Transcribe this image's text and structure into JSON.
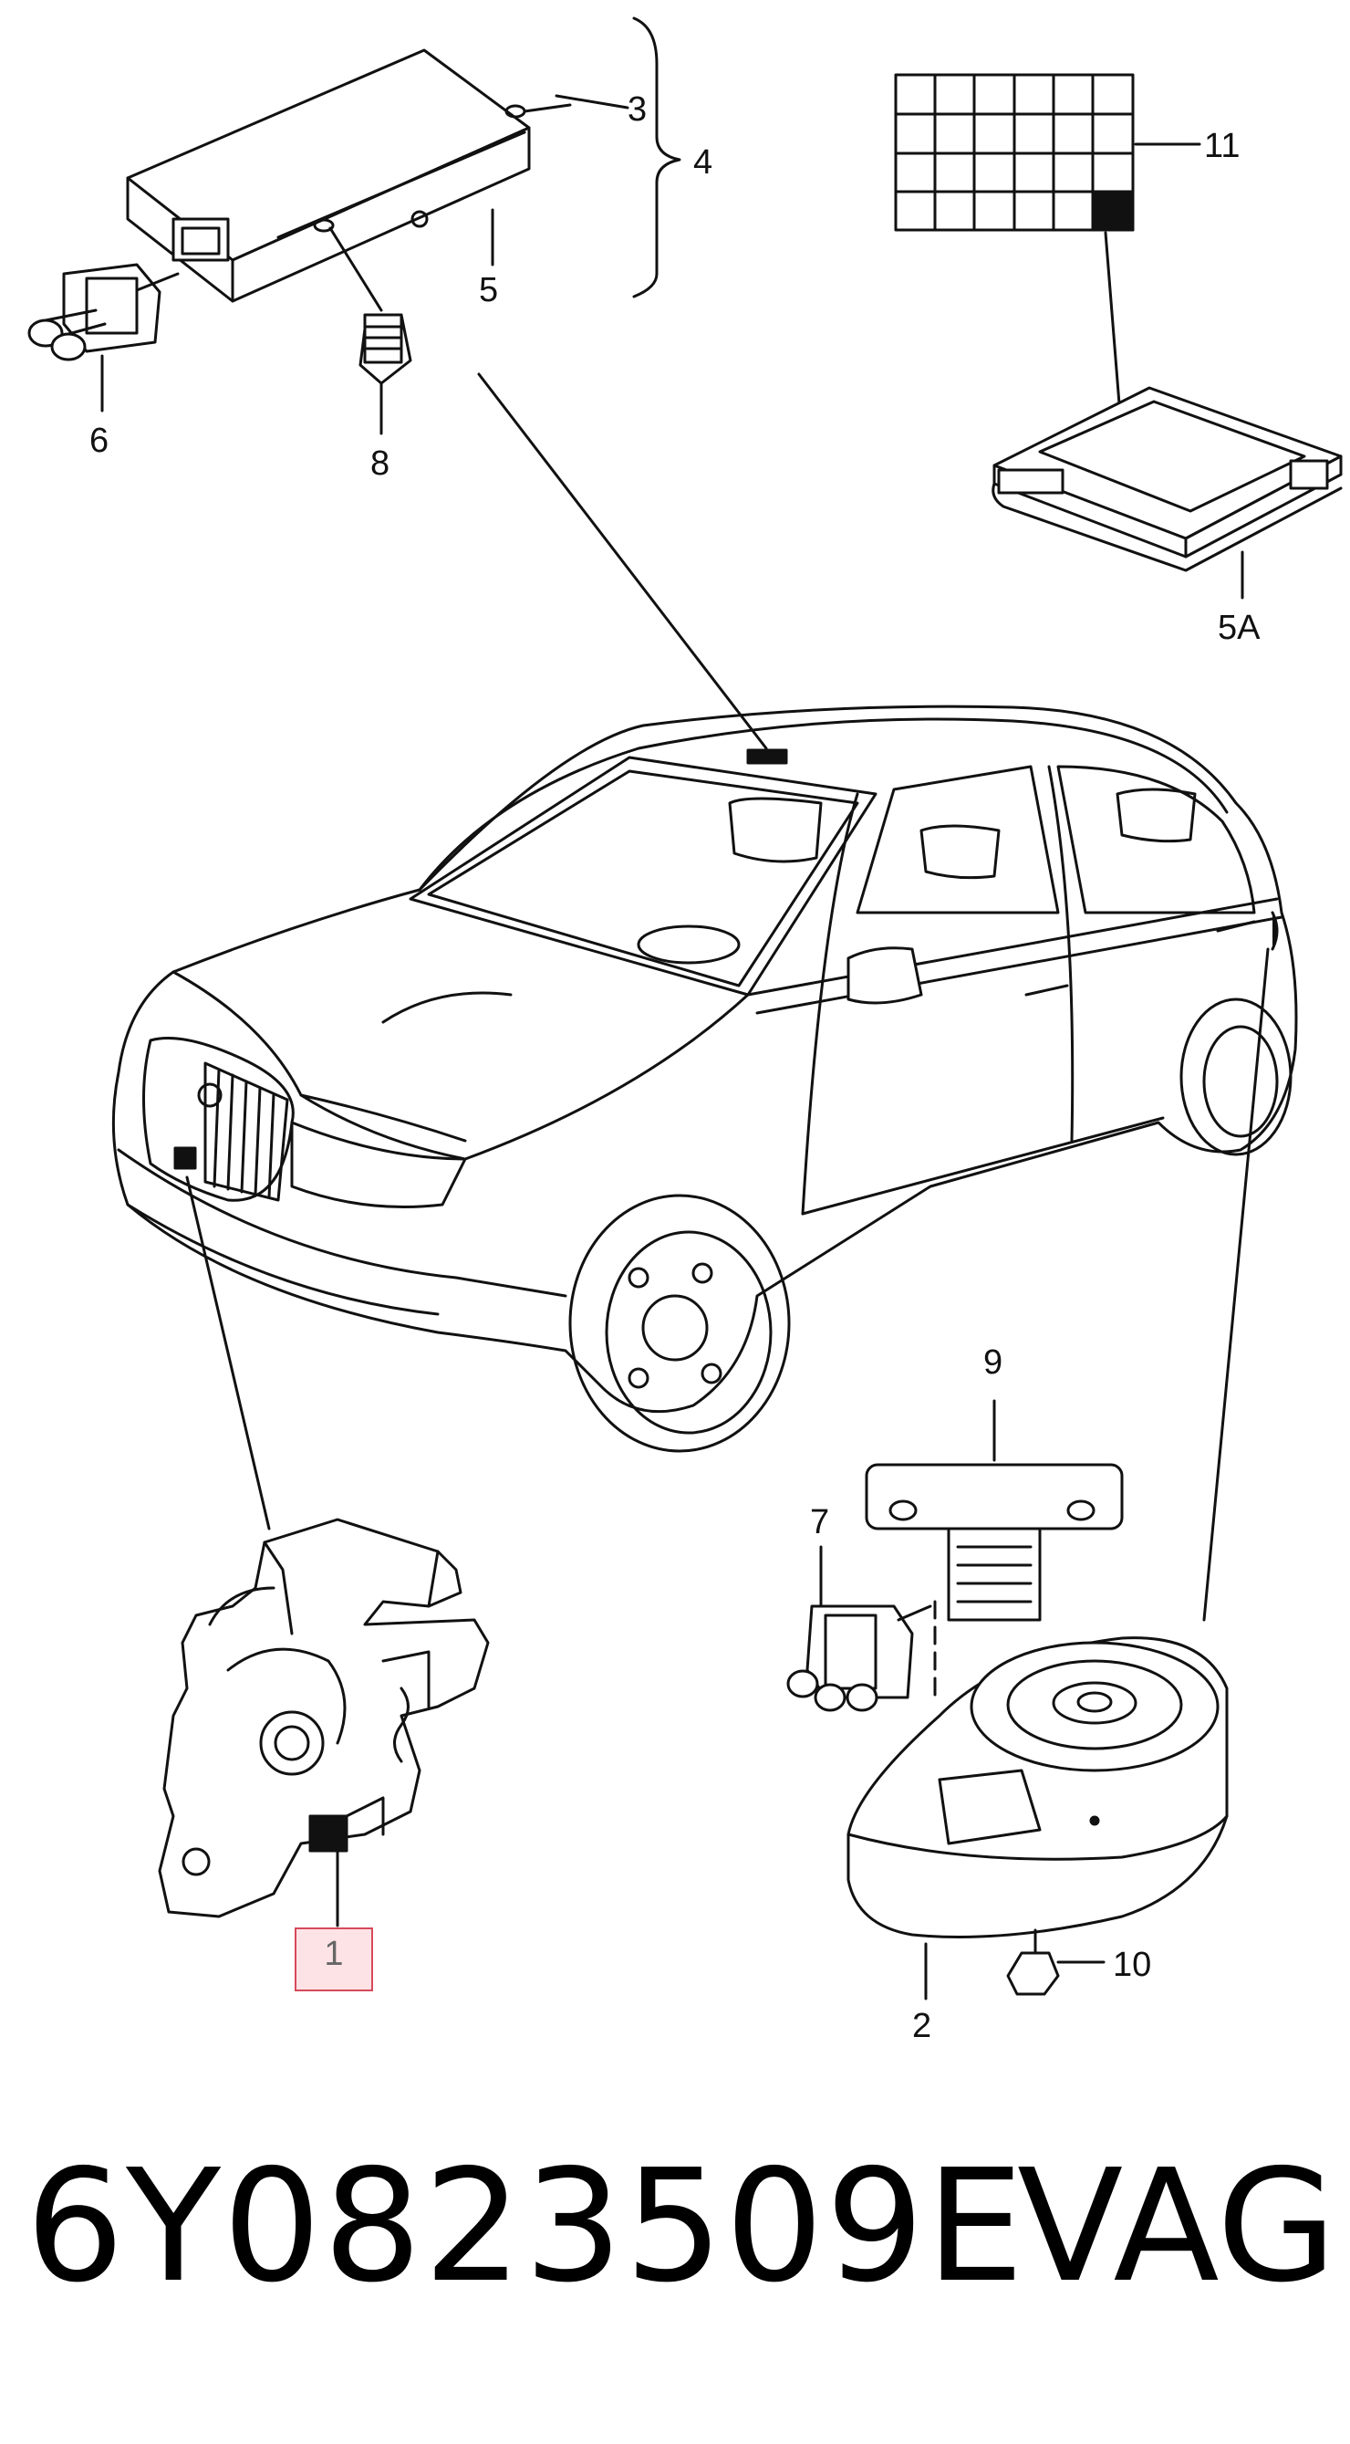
{
  "callouts": {
    "c1": "1",
    "c2": "2",
    "c3": "3",
    "c4": "4",
    "c5": "5",
    "c5a": "5A",
    "c6": "6",
    "c7": "7",
    "c8": "8",
    "c9": "9",
    "c10": "10",
    "c11": "11"
  },
  "part_number": "6Y0823509E",
  "brand": "VAG",
  "colors": {
    "line": "#111111",
    "highlight_border": "#d64a5a",
    "highlight_fill": "#fde3e6"
  }
}
